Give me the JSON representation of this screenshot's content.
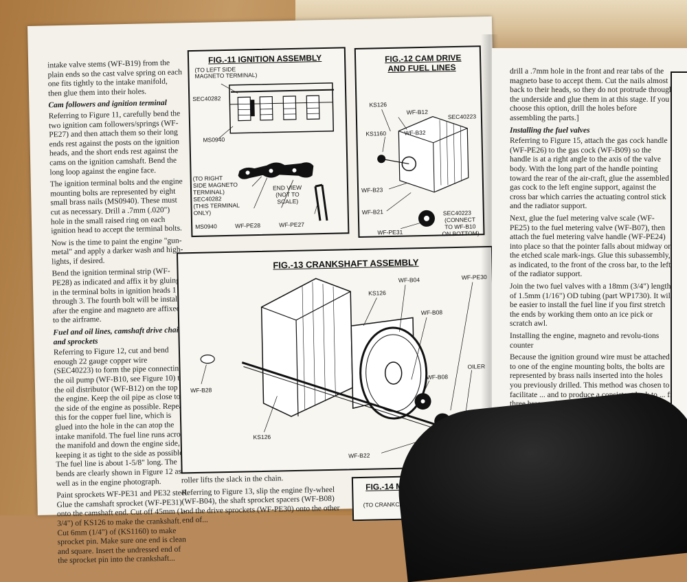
{
  "left_column": {
    "p1": "intake valve stems (WF-B19) from the plain ends so the cast valve spring on each one fits tightly to the intake manifold, then glue them into their holes.",
    "h_cam": "Cam followers and ignition terminal",
    "p2": "Referring to Figure 11, carefully bend the two ignition cam followers/springs (WF-PE27) and then attach them so their long ends rest against the posts on the ignition heads, and the short ends rest against the cams on the ignition camshaft. Bend the long loop against the engine face.",
    "p3": "The ignition terminal bolts and the engine mounting bolts are represented by eight small brass nails (MS0940). These must cut as necessary. Drill a .7mm (.020\") hole in the small raised ring on each ignition head to accept the terminal bolts.",
    "p4": "Now is the time to paint the engine \"gun-metal\" and apply a darker wash and high-lights, if desired.",
    "p5": "Bend the ignition terminal strip (WF-PE28) as indicated and affix it by gluing in the terminal bolts in ignition heads 1 through 3. The fourth bolt will be installed after the engine and magneto are affixed to the airframe.",
    "h_fuel": "Fuel and oil lines, camshaft drive chain and sprockets",
    "p6": "Referring to Figure 12, cut and bend enough 22 gauge copper wire (SEC40223) to form the pipe connecting the oil pump (WF-B10, see Figure 10) to the oil distributor (WF-B12) on the top of the engine. Keep the oil pipe as close to the side of the engine as possible. Repeat this for the copper fuel line, which is glued into the hole in the can atop the intake manifold. The fuel line runs across the manifold and down the engine side, keeping it as tight to the side as possible. The fuel line is about 1-5/8\" long. The bends are clearly shown in Figure 12 as well as in the engine photograph.",
    "p7": "Paint sprockets WF-PE31 and PE32 steel. Glue the camshaft sprocket (WF-PE31) onto the camshaft end. Cut off 45mm (1-3/4\") of KS126 to make the crankshaft. Cut 6mm (1/4\") of (KS1160) to make sprocket pin. Make sure one end is clean and square. Insert the undressed end of the sprocket pin into the crankshaft..."
  },
  "mid_text": {
    "p1": "roller lifts the slack in the chain.",
    "p2": "Referring to Figure 13, slip the engine fly-wheel (WF-B04), the shaft sprocket spacers (WF-B08) and the drive sprockets (WF-PE30) onto the other end of..."
  },
  "right_column": {
    "p1": "drill a .7mm hole in the front and rear tabs of the magneto base to accept them. Cut the nails almost back to their heads, so they do not protrude through the underside and glue them in at this stage. If you choose this option, drill the holes before assembling the parts.]",
    "h_valves": "Installing the fuel valves",
    "p2": "Referring to Figure 15, attach the gas cock handle (WF-PE26) to the gas cock (WF-B09) so the handle is at a right angle to the axis of the valve body. With the long part of the handle pointing toward the rear of the air-craft, glue the assembled gas cock to the left engine support, against the cross bar which carries the actuating control stick and the radiator support.",
    "p3": "Next, glue the fuel metering valve scale (WF-PE25) to the fuel metering valve (WF-B07), then attach the fuel metering valve handle (WF-PE24) into place so that the pointer falls about midway on the etched scale mark-ings. Glue this subassembly, as indicated, to the front of the cross bar, to the left of the radiator support.",
    "p4": "Join the two fuel valves with a 18mm (3/4\") length of 1.5mm (1/16\") OD tubing (part WP1730). It will be easier to install the fuel line if you first stretch the ends by working them onto an ice pick or scratch awl.",
    "p5": "Installing the engine, magneto and revolu-tions counter",
    "p6": "Because the ignition ground wire must be attached to one of the engine mounting bolts, the bolts are represented by brass nails inserted into the holes you previously drilled. This method was chosen to facilitate ... and to produce a consistent look to ... ff three brass nails ... protrude from the ... the feet, and ... of the ... easier"
  },
  "fig11": {
    "title": "FIG.-11  IGNITION ASSEMBLY",
    "labels": [
      "(TO LEFT SIDE",
      "MAGNETO TERMINAL)",
      "SEC40282",
      "MS0940",
      "(TO RIGHT",
      "SIDE MAGNETO",
      "TERMINAL)",
      "SEC40282",
      "(THIS TERMINAL",
      "ONLY)",
      "MS0940",
      "WF-PE28",
      "END VIEW",
      "(NOT TO",
      "SCALE)",
      "WF-PE27"
    ]
  },
  "fig12": {
    "title_1": "FIG.-12  CAM DRIVE",
    "title_2": "AND FUEL LINES",
    "labels": [
      "KS126",
      "WF-B12",
      "SEC40223",
      "KS1160",
      "WF-B32",
      "WF-B23",
      "WF-B21",
      "WF-PE31",
      "SEC40223",
      "(CONNECT",
      "TO WF-B10",
      "ON BOTTOM)"
    ]
  },
  "fig13": {
    "title": "FIG.-13  CRANKSHAFT ASSEMBLY",
    "labels": [
      "WF-B04",
      "WF-PE30",
      "KS126",
      "WF-B08",
      "WF-B08",
      "OILER",
      "WF-B28",
      "KS126",
      "WF-B22"
    ]
  },
  "fig14": {
    "title": "FIG.-14  MAG",
    "label": "(TO CRANKCASE"
  },
  "colors": {
    "paper": "#f3f1ea",
    "ink": "#111111",
    "wood": "#b07d45",
    "shadow": "#141414"
  }
}
